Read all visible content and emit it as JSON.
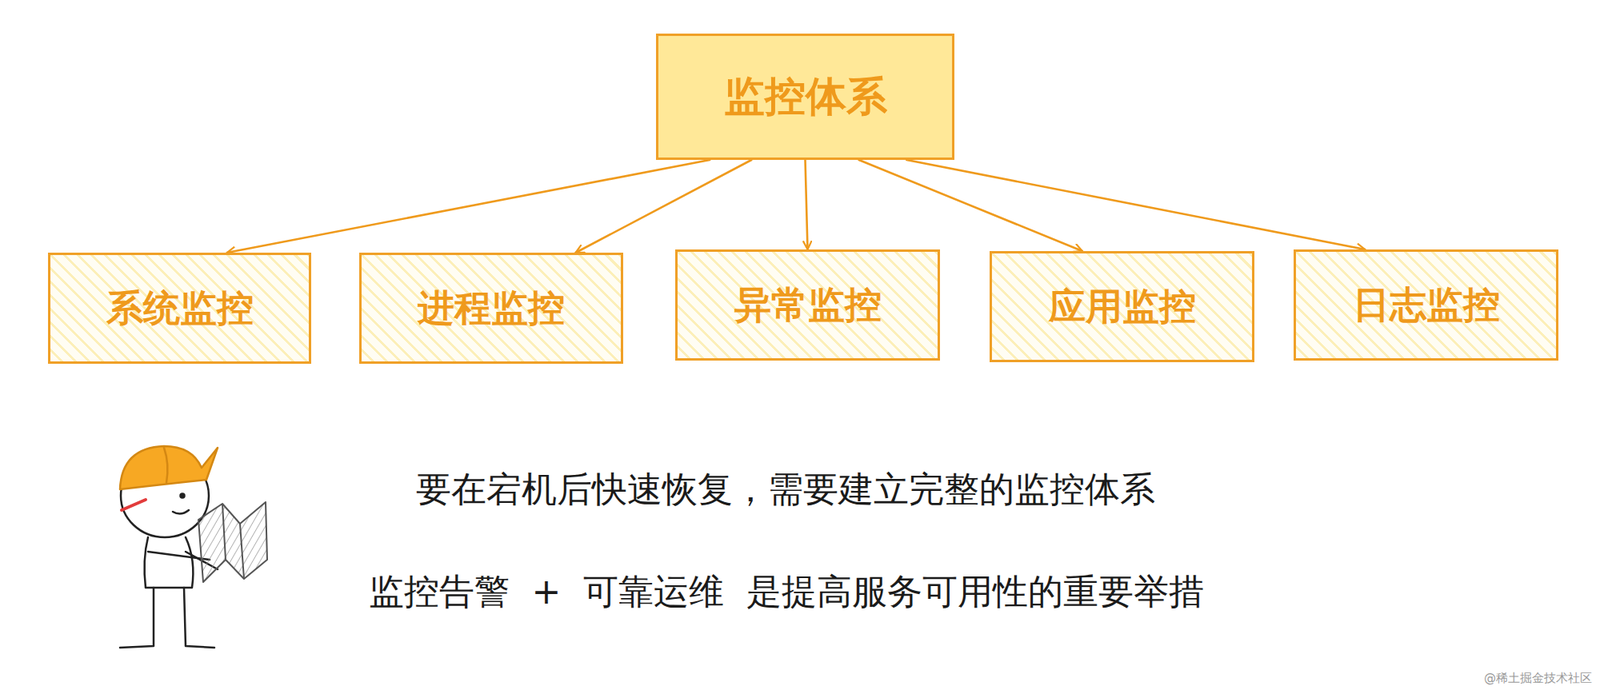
{
  "diagram": {
    "nodes": [
      {
        "text": [
          "监控体系"
        ]
      },
      {
        "text": [
          "系统监控"
        ]
      },
      {
        "text": [
          "进程监控"
        ]
      },
      {
        "text": [
          "异常监控"
        ]
      },
      {
        "text": [
          "应用监控"
        ]
      },
      {
        "text": [
          "日志监控"
        ]
      }
    ],
    "edges": [
      {
        "from": 0,
        "to": 1,
        "arrow": "to"
      },
      {
        "from": 0,
        "to": 2,
        "arrow": "to"
      },
      {
        "from": 0,
        "to": 3,
        "arrow": "to"
      },
      {
        "from": 0,
        "to": 4,
        "arrow": "to"
      },
      {
        "from": 0,
        "to": 5,
        "arrow": "to"
      }
    ],
    "labels": [
      "要在宕机后快速恢复，需要建立完整的监控体系",
      "监控告警  +  可靠运维  是提高服务可用性的重要举措",
      "@稀土掘金技术社区"
    ]
  }
}
